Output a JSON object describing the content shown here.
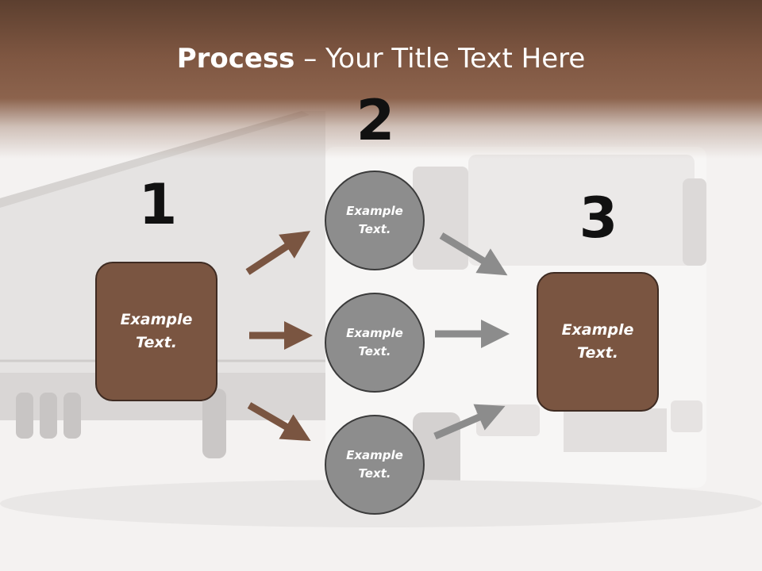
{
  "colors": {
    "header": "#7e5641",
    "box_fill": "#7a5541",
    "box_border": "#3e2b22",
    "circle_fill": "#8d8d8d",
    "arrow_brown": "#7a5541",
    "arrow_gray": "#8c8c8c",
    "number": "#111111"
  },
  "title": {
    "bold": "Process",
    "rest": " – Your Title Text Here"
  },
  "steps": {
    "one": {
      "number": "1",
      "text_line1": "Example",
      "text_line2": "Text."
    },
    "two": {
      "number": "2"
    },
    "three": {
      "number": "3",
      "text_line1": "Example",
      "text_line2": "Text."
    }
  },
  "circles": [
    {
      "text_line1": "Example",
      "text_line2": "Text."
    },
    {
      "text_line1": "Example",
      "text_line2": "Text."
    },
    {
      "text_line1": "Example",
      "text_line2": "Text."
    }
  ],
  "background_image": "truck-photo"
}
